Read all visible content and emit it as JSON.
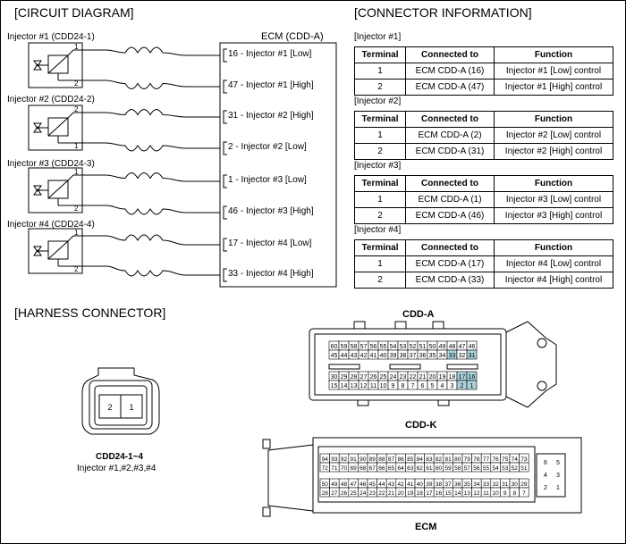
{
  "sections": {
    "circuit_diagram": "[CIRCUIT DIAGRAM]",
    "connector_information": "[CONNECTOR INFORMATION]",
    "harness_connector": "[HARNESS CONNECTOR]"
  },
  "circuit": {
    "ecm_label": "ECM (CDD-A)",
    "injectors": [
      {
        "label": "Injector #1 (CDD24-1)",
        "pin_top": "1",
        "pin_bottom": "2"
      },
      {
        "label": "Injector #2 (CDD24-2)",
        "pin_top": "2",
        "pin_bottom": "1"
      },
      {
        "label": "Injector #3 (CDD24-3)",
        "pin_top": "1",
        "pin_bottom": "2"
      },
      {
        "label": "Injector #4 (CDD24-4)",
        "pin_top": "1",
        "pin_bottom": "2"
      }
    ],
    "ecm_pins": [
      "16 - Injector #1 [Low]",
      "47 - Injector #1 [High]",
      "31 - Injector #2 [High]",
      "2 - Injector #2 [Low]",
      "1 - Injector #3 [Low]",
      "46 - Injector #3 [High]",
      "17 - Injector #4 [Low]",
      "33 - Injector #4 [High]"
    ]
  },
  "connector_info": {
    "headers": [
      "Terminal",
      "Connected to",
      "Function"
    ],
    "tables": [
      {
        "title": "[Injector #1]",
        "rows": [
          [
            "1",
            "ECM CDD-A (16)",
            "Injector #1 [Low] control"
          ],
          [
            "2",
            "ECM CDD-A (47)",
            "Injector #1 [High] control"
          ]
        ]
      },
      {
        "title": "[Injector #2]",
        "rows": [
          [
            "1",
            "ECM CDD-A (2)",
            "Injector #2 [Low] control"
          ],
          [
            "2",
            "ECM CDD-A (31)",
            "Injector #2 [High] control"
          ]
        ]
      },
      {
        "title": "[Injector #3]",
        "rows": [
          [
            "1",
            "ECM CDD-A (1)",
            "Injector #3 [Low] control"
          ],
          [
            "2",
            "ECM CDD-A (46)",
            "Injector #3 [High] control"
          ]
        ]
      },
      {
        "title": "[Injector #4]",
        "rows": [
          [
            "1",
            "ECM CDD-A (17)",
            "Injector #4 [Low] control"
          ],
          [
            "2",
            "ECM CDD-A (33)",
            "Injector #4 [High] control"
          ]
        ]
      }
    ]
  },
  "harness": {
    "small_connector_name": "CDD24-1~4",
    "small_connector_desc": "Injector #1,#2,#3,#4",
    "small_pins": [
      "2",
      "1"
    ],
    "cdd_a_label": "CDD-A",
    "cdd_k_label": "CDD-K",
    "ecm_label": "ECM",
    "cdd_a_rows": [
      [
        "60",
        "59",
        "58",
        "57",
        "56",
        "55",
        "54",
        "53",
        "52",
        "51",
        "50",
        "49",
        "48",
        "47",
        "46"
      ],
      [
        "45",
        "44",
        "43",
        "42",
        "41",
        "40",
        "39",
        "38",
        "37",
        "36",
        "35",
        "34",
        "33",
        "32",
        "31"
      ],
      [
        "30",
        "29",
        "28",
        "27",
        "26",
        "25",
        "24",
        "23",
        "22",
        "21",
        "20",
        "19",
        "18",
        "17",
        "16"
      ],
      [
        "15",
        "14",
        "13",
        "12",
        "11",
        "10",
        "9",
        "8",
        "7",
        "6",
        "5",
        "4",
        "3",
        "2",
        "1"
      ]
    ],
    "cdd_a_highlight": [
      "33",
      "31",
      "17",
      "16",
      "2",
      "1"
    ],
    "highlight_color": "#a8d3dc",
    "cdd_k_rows": [
      [
        "94",
        "93",
        "92",
        "91",
        "90",
        "89",
        "88",
        "87",
        "86",
        "85",
        "84",
        "83",
        "82",
        "81",
        "80",
        "79",
        "78",
        "77",
        "76",
        "75",
        "74",
        "73"
      ],
      [
        "72",
        "71",
        "70",
        "69",
        "68",
        "67",
        "66",
        "65",
        "64",
        "63",
        "62",
        "61",
        "60",
        "59",
        "58",
        "57",
        "56",
        "55",
        "54",
        "53",
        "52",
        "51"
      ],
      [
        "50",
        "49",
        "48",
        "47",
        "46",
        "45",
        "44",
        "43",
        "42",
        "41",
        "40",
        "39",
        "38",
        "37",
        "36",
        "35",
        "34",
        "33",
        "32",
        "31",
        "30",
        "29"
      ],
      [
        "28",
        "27",
        "26",
        "25",
        "24",
        "23",
        "22",
        "21",
        "20",
        "19",
        "18",
        "17",
        "16",
        "15",
        "14",
        "13",
        "12",
        "11",
        "10",
        "9",
        "8",
        "7"
      ]
    ],
    "cdd_k_side": [
      [
        "6",
        "5"
      ],
      [
        "4",
        "3"
      ],
      [
        "2",
        "1"
      ]
    ]
  }
}
